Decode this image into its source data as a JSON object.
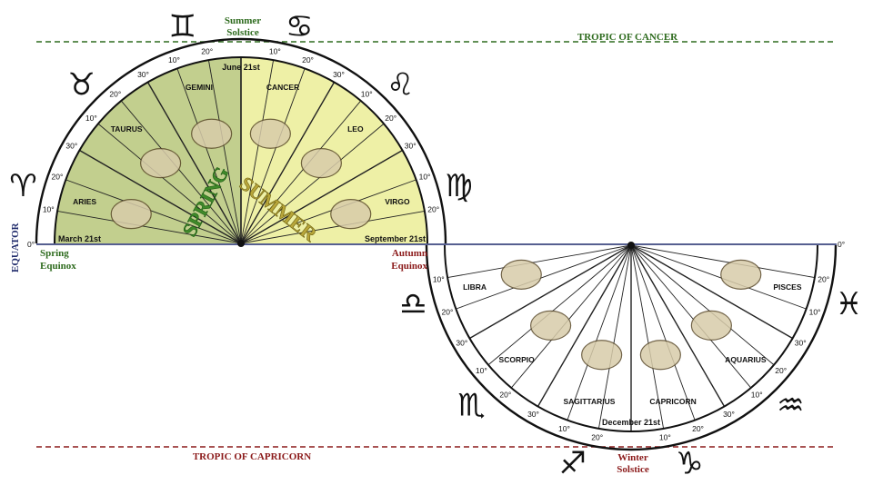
{
  "tropic_cancer": "TROPIC OF CANCER",
  "tropic_capricorn": "TROPIC OF CAPRICORN",
  "equator": "EQUATOR",
  "summer_solstice": [
    "Summer",
    "Solstice"
  ],
  "winter_solstice": [
    "Winter",
    "Solstice"
  ],
  "spring_equinox": [
    "Spring",
    "Equinox"
  ],
  "autumn_equinox": [
    "Autumn",
    "Equinox"
  ],
  "seasons": {
    "spring": "SPRING",
    "summer": "SUMMER"
  },
  "dates": {
    "march": "March 21st",
    "june": "June 21st",
    "september": "September 21st",
    "december": "December 21st"
  },
  "zero_degree": "0°",
  "degree_marks": [
    "10°",
    "20°",
    "30°"
  ],
  "upper_signs": [
    {
      "name": "ARIES",
      "glyph": "♈"
    },
    {
      "name": "TAURUS",
      "glyph": "♉"
    },
    {
      "name": "GEMINI",
      "glyph": "♊"
    },
    {
      "name": "CANCER",
      "glyph": "♋"
    },
    {
      "name": "LEO",
      "glyph": "♌"
    },
    {
      "name": "VIRGO",
      "glyph": "♍"
    }
  ],
  "lower_signs": [
    {
      "name": "LIBRA",
      "glyph": "♎"
    },
    {
      "name": "SCORPIO",
      "glyph": "♏"
    },
    {
      "name": "SAGITTARIUS",
      "glyph": "♐"
    },
    {
      "name": "CAPRICORN",
      "glyph": "♑"
    },
    {
      "name": "AQUARIUS",
      "glyph": "♒"
    },
    {
      "name": "PISCES",
      "glyph": "♓"
    }
  ],
  "colors": {
    "spring_fill": "#c2cf8e",
    "summer_fill": "#eef0a6",
    "green_text": "#2e6b1e",
    "red_text": "#8b1a1a",
    "equator_line": "#1f2a6b",
    "spring_word": "#3f8a2a",
    "summer_word": "#b8a63a"
  }
}
